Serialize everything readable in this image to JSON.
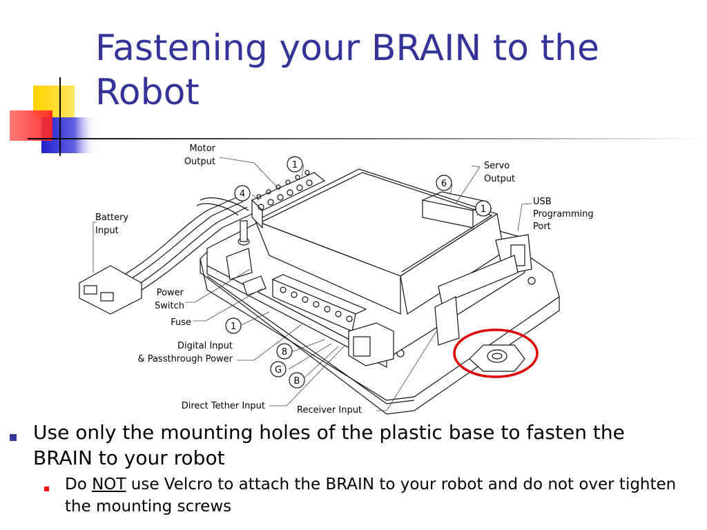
{
  "slide": {
    "title_line1": "Fastening your BRAIN to the",
    "title_line2": "Robot"
  },
  "diagram": {
    "labels": {
      "motor_output": [
        "Motor",
        "Output"
      ],
      "servo_output": [
        "Servo",
        "Output"
      ],
      "usb_port": [
        "USB",
        "Programming",
        "Port"
      ],
      "battery_input": [
        "Battery",
        "Input"
      ],
      "power_switch": [
        "Power",
        "Switch"
      ],
      "fuse": "Fuse",
      "digital_input": [
        "Digital Input",
        "& Passthrough Power"
      ],
      "direct_tether_input": "Direct Tether Input",
      "receiver_input": "Receiver Input"
    },
    "callouts": [
      "1",
      "4",
      "6",
      "1",
      "1",
      "8",
      "G",
      "B"
    ],
    "highlight_color": "#e00000"
  },
  "bullets": {
    "level1": "Use only the mounting holes of the plastic base to fasten the BRAIN to your robot",
    "level2_pre": "Do ",
    "level2_emph": "NOT",
    "level2_post": " use Velcro to attach the BRAIN to your robot and do not over tighten the mounting screws"
  },
  "colors": {
    "title": "#333399",
    "bullet1": "#333399",
    "bullet2": "#ff0000"
  }
}
